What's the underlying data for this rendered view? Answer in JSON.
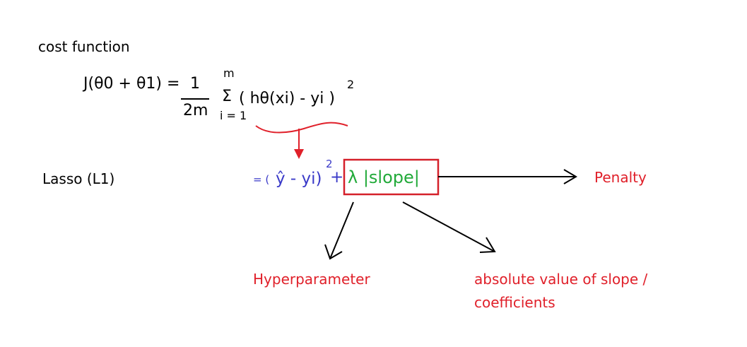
{
  "colors": {
    "text": "#000000",
    "blue": "#3a3ac8",
    "green": "#22aa3a",
    "red": "#e0202a",
    "arrow": "#000000"
  },
  "title": "cost function",
  "cost_eq": {
    "lhs": "J(θ0 + θ1) =",
    "frac_num": "1",
    "frac_den": "2m",
    "sum_upper": "m",
    "sum_sym": "Σ",
    "sum_lower": "i = 1",
    "body": "( hθ(xi) - yi )",
    "power": "2"
  },
  "lasso": {
    "label": "Lasso (L1)",
    "prefix": "= (",
    "yhat_term": "ŷ - yi)",
    "power": "2",
    "plus": "+",
    "penalty_term": "λ |slope|"
  },
  "annotations": {
    "penalty": "Penalty",
    "hyperparameter": "Hyperparameter",
    "abs_line1": "absolute value of slope /",
    "abs_line2": "coefficients"
  }
}
